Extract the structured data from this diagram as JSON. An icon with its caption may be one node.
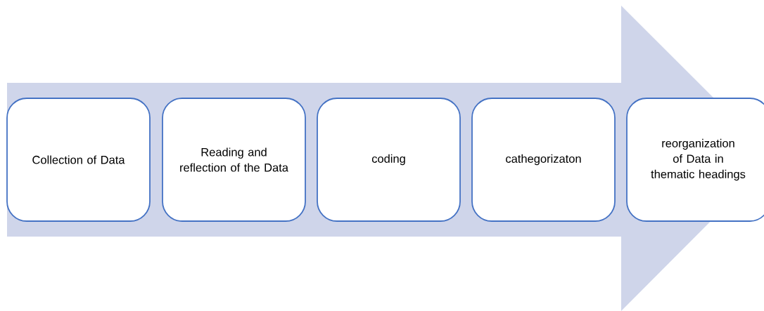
{
  "diagram": {
    "nodes": [
      {
        "text": [
          "Collection of Data"
        ]
      },
      {
        "text": [
          "Reading and reflection of the Data"
        ]
      },
      {
        "text": [
          "coding"
        ]
      },
      {
        "text": [
          "cathegorizaton"
        ]
      },
      {
        "text": [
          "reorganization of Data in thematic headings"
        ]
      }
    ],
    "edges": [
      {
        "from": 0,
        "to": 4,
        "arrow": "to"
      }
    ]
  }
}
